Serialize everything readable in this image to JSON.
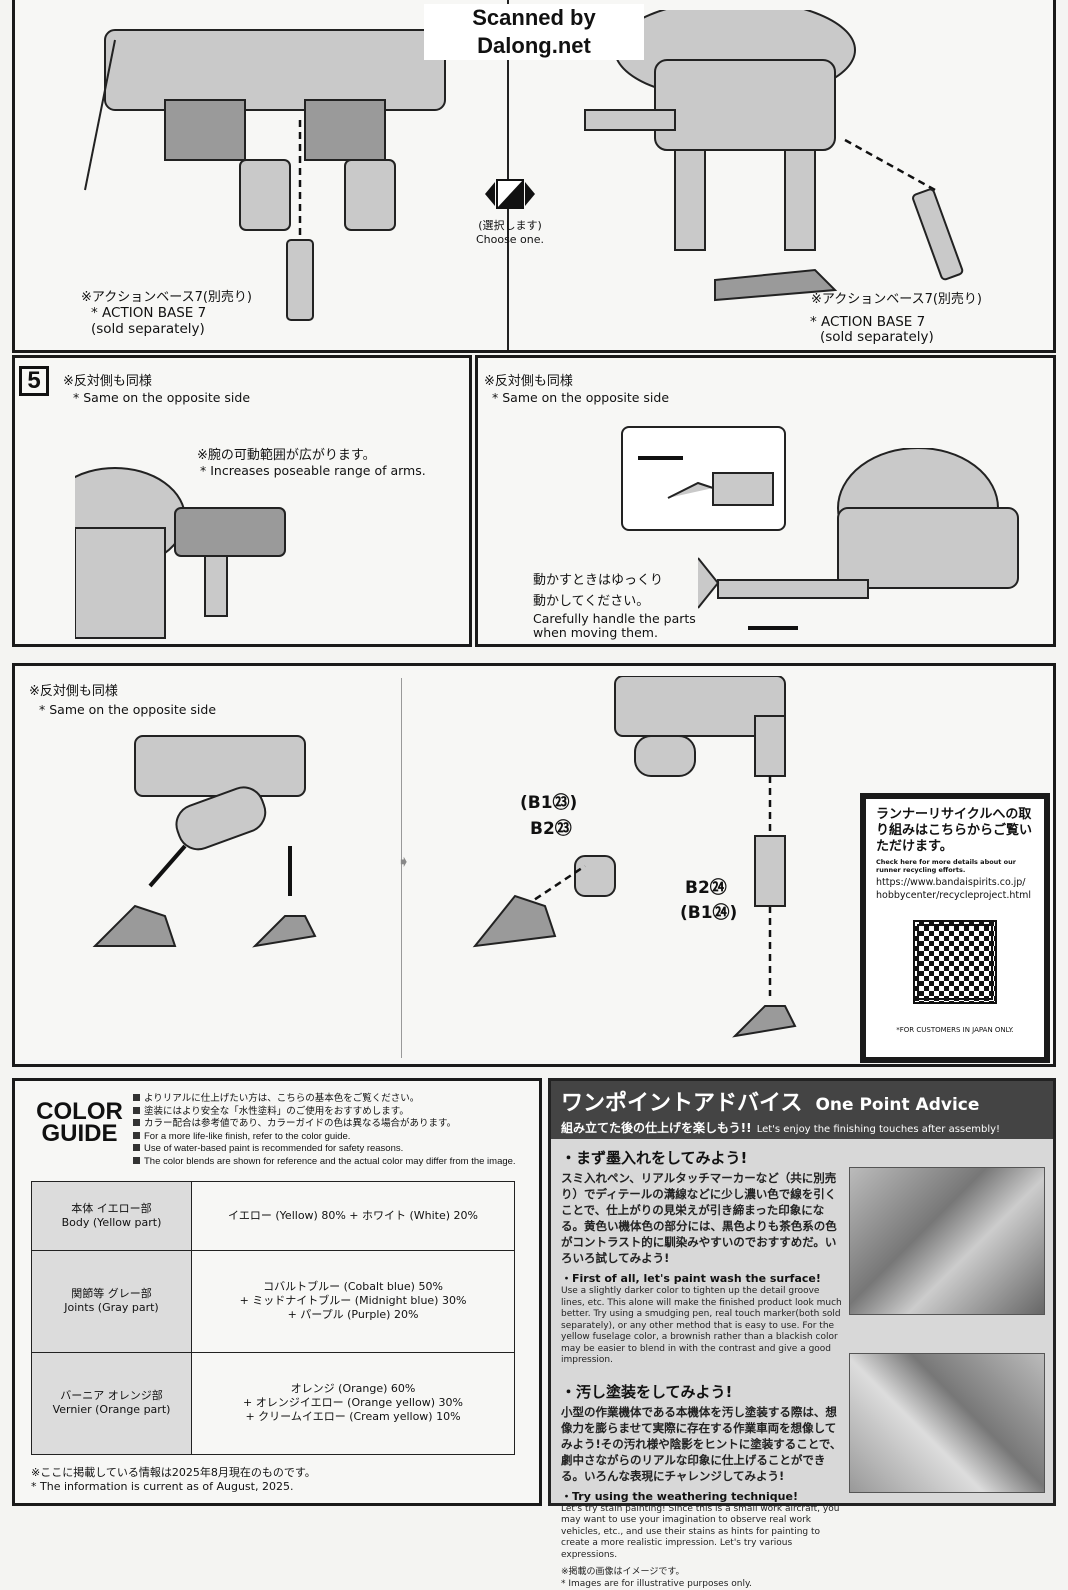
{
  "watermark": "Scanned by Dalong.net",
  "step4": {
    "left_note_jp": "※アクションベース7(別売り)",
    "left_note_en1": "* ACTION BASE 7",
    "left_note_en2": "(sold separately)",
    "choose_jp": "(選択します)",
    "choose_en": "Choose one.",
    "right_note_jp": "※アクションベース7(別売り)",
    "right_note_en1": "* ACTION BASE 7",
    "right_note_en2": "(sold separately)"
  },
  "step5": {
    "number": "5",
    "left": {
      "same_jp": "※反対側も同様",
      "same_en": "* Same on the opposite side",
      "range_jp": "※腕の可動範囲が広がります。",
      "range_en": "* Increases poseable range of arms."
    },
    "right": {
      "same_jp": "※反対側も同様",
      "same_en": "* Same on the opposite side",
      "careful_jp1": "動かすときはゆっくり",
      "careful_jp2": "動かしてください。",
      "careful_en1": "Carefully handle the parts",
      "careful_en2": "when moving them."
    }
  },
  "step6": {
    "same_jp": "※反対側も同様",
    "same_en": "* Same on the opposite side",
    "part_b1_23": "(B1㉓)",
    "part_b2_23": "B2㉓",
    "part_b2_24": "B2㉔",
    "part_b1_24": "(B1㉔)"
  },
  "recycle": {
    "title_jp": "ランナーリサイクルへの取り組みはこちらからご覧いただけます。",
    "check_en": "Check here for more details about our runner recycling efforts.",
    "url1": "https://www.bandaispirits.co.jp/",
    "url2": "hobbycenter/recycleproject.html",
    "japan_only": "*FOR CUSTOMERS IN JAPAN ONLY."
  },
  "color_guide": {
    "title1": "COLOR",
    "title2": "GUIDE",
    "notes": [
      "よりリアルに仕上げたい方は、こちらの基本色をご覧ください。",
      "塗装にはより安全な「水性塗料」のご使用をおすすめします。",
      "カラー配合は参考値であり、カラーガイドの色は異なる場合があります。",
      "For a more life-like finish, refer to the color guide.",
      "Use of water-based paint is recommended for safety reasons.",
      "The color blends are shown for reference and the actual color may differ from the image."
    ],
    "rows": [
      {
        "jp": "本体 イエロー部",
        "en": "Body (Yellow part)",
        "mix": [
          "イエロー (Yellow) 80% + ホワイト (White) 20%"
        ]
      },
      {
        "jp": "関節等 グレー部",
        "en": "Joints (Gray part)",
        "mix": [
          "コバルトブルー (Cobalt blue) 50%",
          "+ ミッドナイトブルー (Midnight blue) 30%",
          "+ パープル (Purple) 20%"
        ]
      },
      {
        "jp": "バーニア オレンジ部",
        "en": "Vernier (Orange part)",
        "mix": [
          "オレンジ (Orange) 60%",
          "+ オレンジイエロー (Orange yellow) 30%",
          "+ クリームイエロー (Cream yellow) 10%"
        ]
      }
    ],
    "footnote_jp": "※ここに掲載している情報は2025年8月現在のものです。",
    "footnote_en": "* The information is current as of August, 2025."
  },
  "advice": {
    "title_jp": "ワンポイントアドバイス",
    "title_en": "One Point Advice",
    "subtitle_jp": "組み立てた後の仕上げを楽しもう!!",
    "subtitle_en": "Let's enjoy the finishing touches after assembly!",
    "s1_jp_head": "・まず墨入れをしてみよう!",
    "s1_jp": "スミ入れペン、リアルタッチマーカーなど（共に別売り）でディテールの溝線などに少し濃い色で線を引くことで、仕上がりの見栄えが引き締まった印象になる。黄色い機体色の部分には、黒色よりも茶色系の色がコントラスト的に馴染みやすいのでおすすめだ。いろいろ試してみよう!",
    "s1_en_head": "・First of all, let's paint wash the surface!",
    "s1_en": "Use a slightly darker color to tighten up the detail groove lines, etc. This alone will make the finished product look much better. Try using a smudging pen, real touch marker(both sold separately), or any other method that is easy to use. For the yellow fuselage color, a brownish rather than a blackish color may be easier to blend in with the contrast and give a good impression.",
    "s2_jp_head": "・汚し塗装をしてみよう!",
    "s2_jp": "小型の作業機体である本機体を汚し塗装する際は、想像力を膨らませて実際に存在する作業車両を想像してみよう!その汚れ様や陰影をヒントに塗装することで、劇中さながらのリアルな印象に仕上げることができる。いろんな表現にチャレンジしてみよう!",
    "s2_en_head": "・Try using the weathering technique!",
    "s2_en": "Let's try stain painting! Since this is a small work aircraft, you may want to use your imagination to observe real work vehicles, etc., and use their stains as hints for painting to create a more realistic impression. Let's try various expressions.",
    "note_jp": "※掲載の画像はイメージです。",
    "note_en": "* Images are for illustrative purposes only."
  }
}
